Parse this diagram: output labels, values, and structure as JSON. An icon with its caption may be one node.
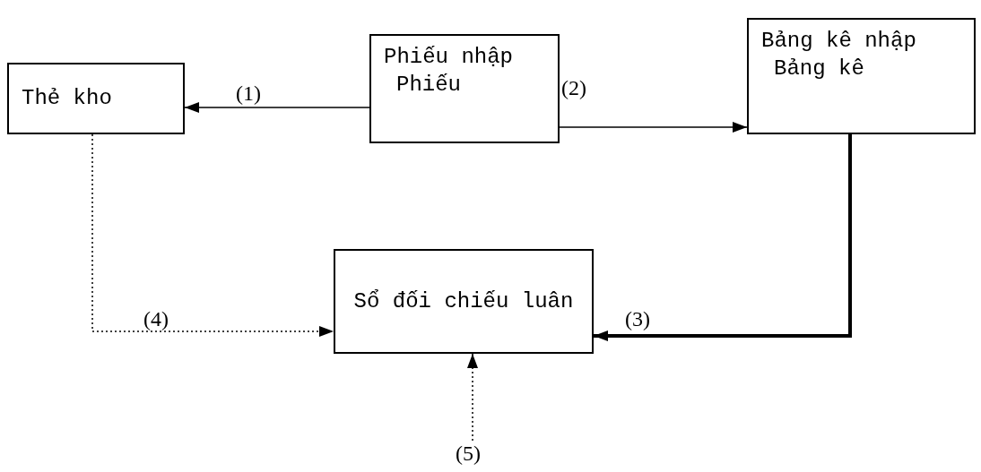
{
  "diagram": {
    "nodes": [
      {
        "text": [
          "Thẻ kho"
        ]
      },
      {
        "text": [
          "Phiếu nhập",
          "Phiếu"
        ]
      },
      {
        "text": [
          "Bảng kê nhập",
          "Bảng kê"
        ]
      },
      {
        "text": [
          "Sổ đối chiếu luân"
        ]
      }
    ],
    "edges": [
      {
        "from": 1,
        "to": 0,
        "arrow": "to",
        "label": "(1)"
      },
      {
        "from": 1,
        "to": 2,
        "arrow": "to",
        "label": "(2)"
      },
      {
        "from": 2,
        "to": 3,
        "arrow": "to",
        "label": "(3)",
        "style": "thick"
      },
      {
        "from": 0,
        "to": 3,
        "arrow": "to",
        "label": "(4)",
        "style": "dashed"
      },
      {
        "from": null,
        "to": 3,
        "arrow": "both",
        "label": "(5)",
        "style": "dashed"
      }
    ]
  }
}
